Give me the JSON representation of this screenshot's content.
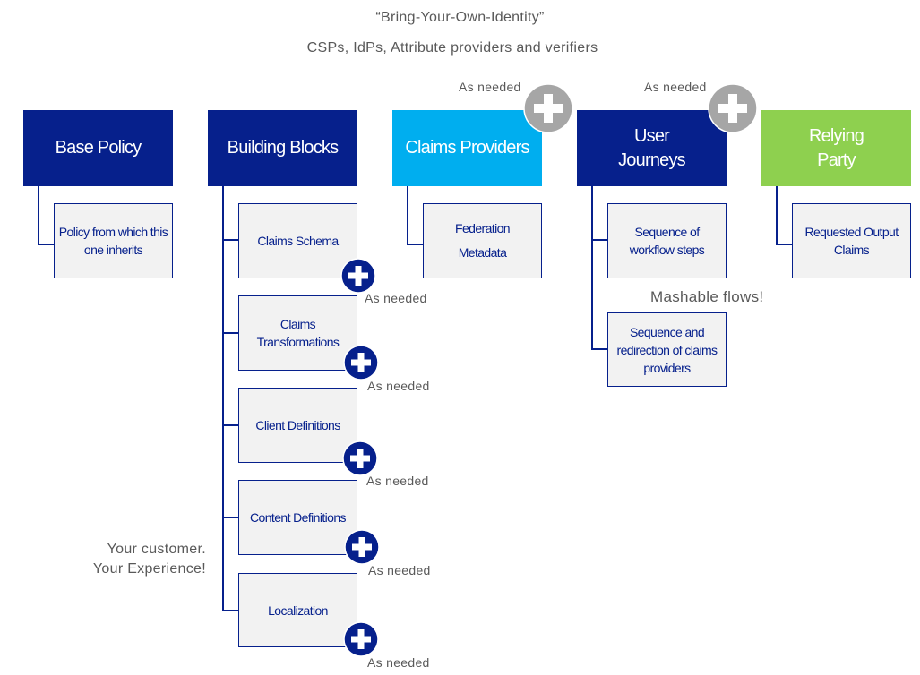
{
  "title_line1": "“Bring-Your-Own-Identity”",
  "title_line2": "CSPs, IdPs, Attribute providers and verifiers",
  "as_needed": "As needed",
  "mashable": "Mashable flows!",
  "customer_line1": "Your customer.",
  "customer_line2": "Your Experience!",
  "base_policy": {
    "header": "Base Policy",
    "child": "Policy from which this one inherits"
  },
  "building_blocks": {
    "header": "Building Blocks",
    "items": [
      "Claims Schema",
      "Claims Transformations",
      "Client Definitions",
      "Content Definitions",
      "Localization"
    ]
  },
  "claims_providers": {
    "header": "Claims Providers",
    "child_line1": "Federation",
    "child_line2": "Metadata"
  },
  "user_journeys": {
    "header_line1": "User",
    "header_line2": "Journeys",
    "items": [
      "Sequence of workflow steps",
      "Sequence and redirection of claims providers"
    ]
  },
  "relying_party": {
    "header_line1": "Relying",
    "header_line2": "Party",
    "child": "Requested Output Claims"
  },
  "icons": {
    "plus_dark": "plus-circle-icon",
    "plus_gray": "plus-circle-icon"
  },
  "colors": {
    "navy": "#06208c",
    "cyan": "#00aeef",
    "green": "#8ed04f",
    "gray_plus": "#a6a6a6",
    "box_fill": "#f2f2f2",
    "text_gray": "#595959"
  }
}
